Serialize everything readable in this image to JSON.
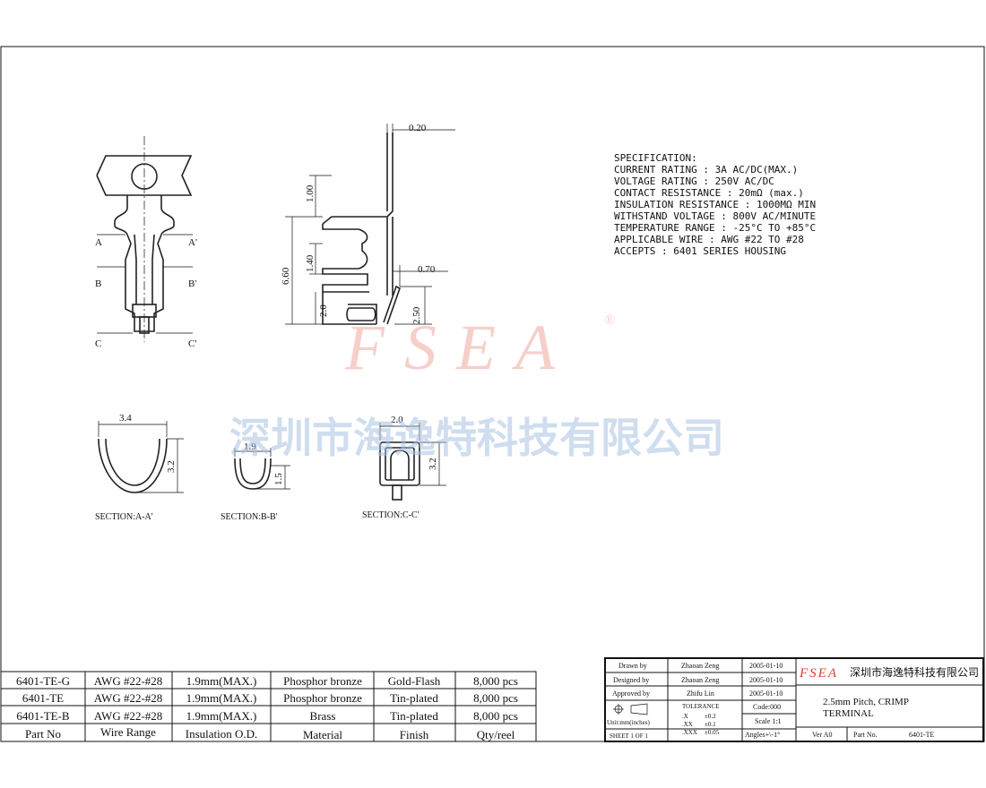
{
  "drawing": {
    "section_markers": {
      "a_left": "A",
      "a_right": "A'",
      "b_left": "B",
      "b_right": "B'",
      "c_left": "C",
      "c_right": "C'"
    },
    "dimensions": {
      "thickness": "0.20",
      "d_1_00": "1.00",
      "d_6_60": "6.60",
      "d_1_40": "1.40",
      "d_0_70": "0.70",
      "d_2_0": "2.0",
      "d_2_50": "2.50",
      "sec_a_width": "3.4",
      "sec_a_height": "3.2",
      "sec_b_width": "1.9",
      "sec_b_height": "1.5",
      "sec_c_width": "2.0",
      "sec_c_height": "3.2"
    },
    "section_labels": {
      "a": "SECTION:A-A'",
      "b": "SECTION:B-B'",
      "c": "SECTION:C-C'"
    }
  },
  "specification": {
    "title": "SPECIFICATION:",
    "lines": [
      "CURRENT RATING : 3A AC/DC(MAX.)",
      "VOLTAGE RATING : 250V AC/DC",
      "CONTACT RESISTANCE : 20mΩ (max.)",
      "INSULATION RESISTANCE : 1000MΩ MIN",
      "WITHSTAND VOLTAGE : 800V AC/MINUTE",
      "TEMPERATURE RANGE : -25°C TO +85°C",
      "APPLICABLE WIRE : AWG #22 TO #28",
      "ACCEPTS : 6401 SERIES HOUSING"
    ]
  },
  "watermark": {
    "logo": "FSEA",
    "registered": "®",
    "company": "深圳市海逸特科技有限公司"
  },
  "parts_table": {
    "headers": [
      "Part No",
      "Wire Range",
      "Insulation O.D.",
      "Material",
      "Finish",
      "Qty/reel"
    ],
    "rows": [
      [
        "6401-TE-G",
        "AWG #22-#28",
        "1.9mm(MAX.)",
        "Phosphor bronze",
        "Gold-Flash",
        "8,000 pcs"
      ],
      [
        "6401-TE",
        "AWG #22-#28",
        "1.9mm(MAX.)",
        "Phosphor bronze",
        "Tin-plated",
        "8,000 pcs"
      ],
      [
        "6401-TE-B",
        "AWG #22-#28",
        "1.9mm(MAX.)",
        "Brass",
        "Tin-plated",
        "8,000 pcs"
      ]
    ]
  },
  "title_block": {
    "drawn_label": "Drawn by",
    "drawn_name": "Zhaoan Zeng",
    "drawn_date": "2005-01-10",
    "designed_label": "Designed by",
    "designed_name": "Zhaoan Zeng",
    "designed_date": "2005-01-10",
    "approved_label": "Approved by",
    "approved_name": "Zhifu Lin",
    "approved_date": "2005-01-10",
    "units": "Unit:mm(inches)",
    "tolerance_title": "TOLERANCE",
    "tol_x": ".X",
    "tol_x_val": "±0.2",
    "tol_xx": ".XX",
    "tol_xx_val": "±0.1",
    "tol_xxx": ".XXX",
    "tol_xxx_val": "±0.05",
    "code": "Code:000",
    "scale": "Scale 1:1",
    "angles": "Angles+\\-1°",
    "sheet": "SHEET 1 OF 1",
    "company_logo": "FSEA",
    "company_name": "深圳市海逸特科技有限公司",
    "title_line1": "2.5mm Pitch, CRIMP",
    "title_line2": "TERMINAL",
    "version": "Ver A0",
    "part_no_label": "Part No.",
    "part_no": "6401-TE"
  }
}
